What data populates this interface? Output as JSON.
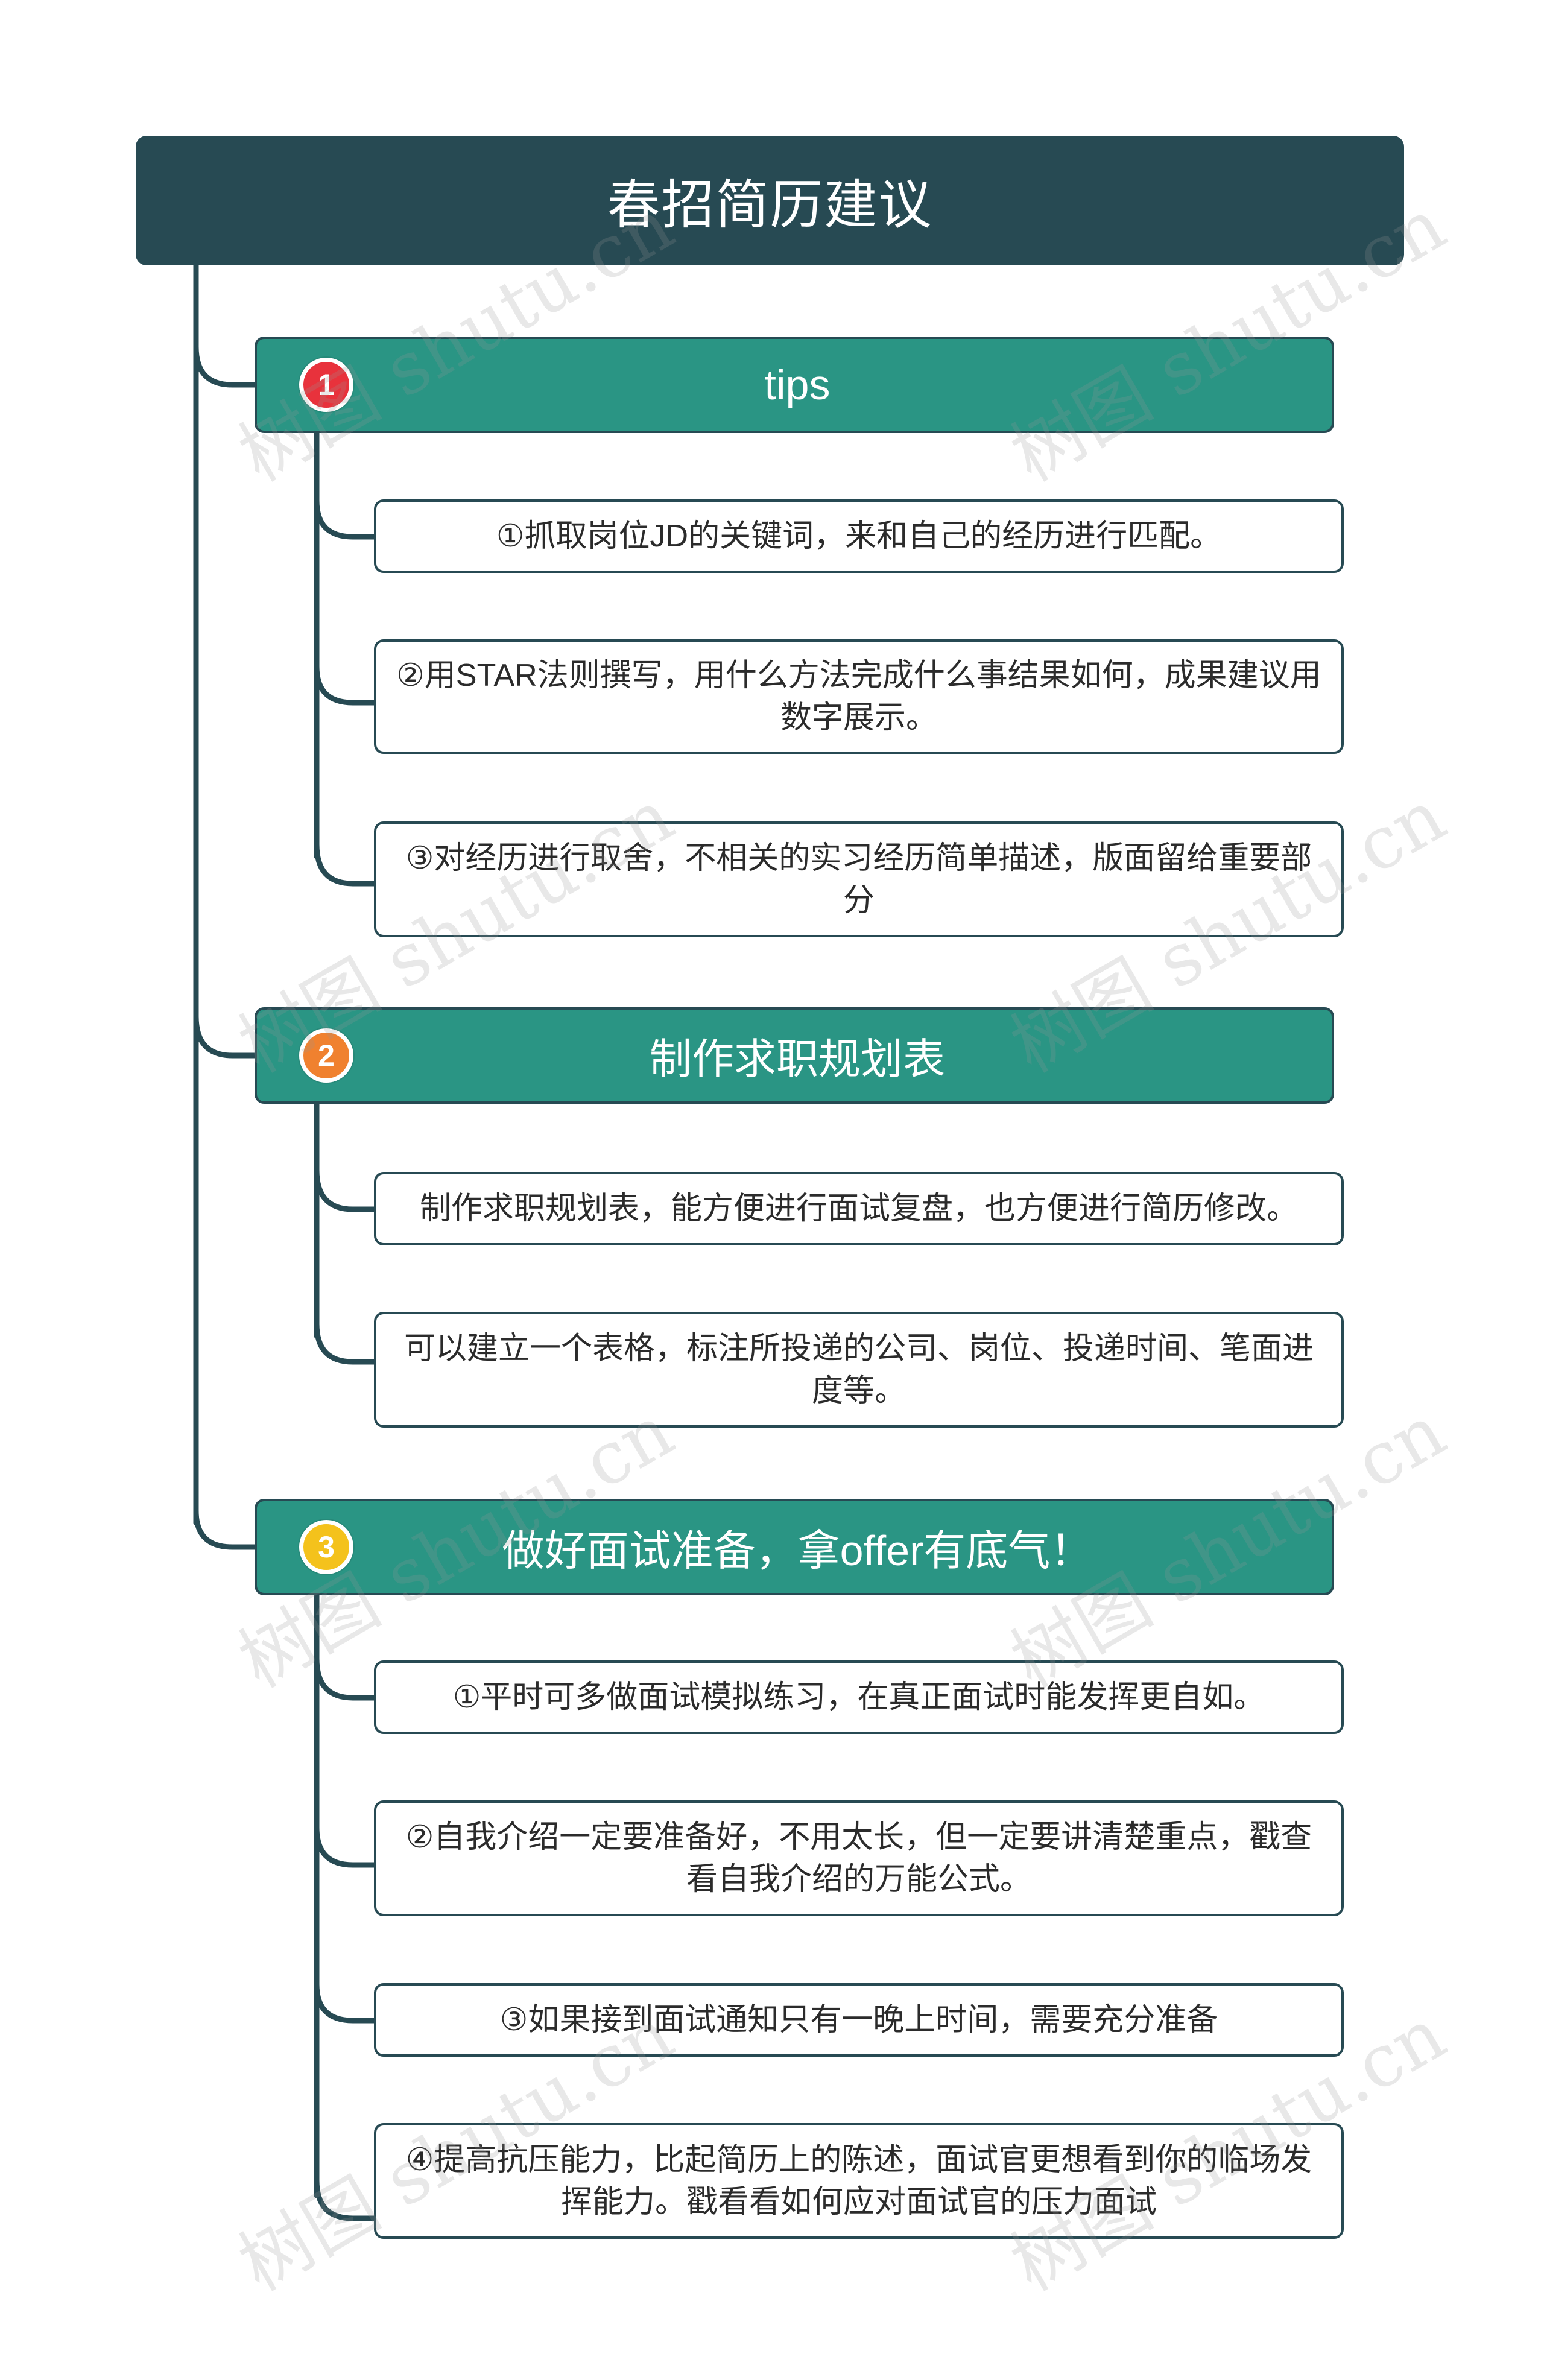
{
  "title": "春招简历建议",
  "colors": {
    "root": "#274a53",
    "branch": "#2a9584",
    "connector": "#274a53",
    "badge_1": "#e8323c",
    "badge_2": "#f0812f",
    "badge_3": "#f4c21c"
  },
  "branches": [
    {
      "badge": "1",
      "label": "tips",
      "leaves": [
        "①抓取岗位JD的关键词，来和自己的经历进行匹配。",
        "②用STAR法则撰写，用什么方法完成什么事结果如何，成果建议用数字展示。",
        "③对经历进行取舍，不相关的实习经历简单描述，版面留给重要部分"
      ]
    },
    {
      "badge": "2",
      "label": "制作求职规划表",
      "leaves": [
        "制作求职规划表，能方便进行面试复盘，也方便进行简历修改。",
        "可以建立一个表格，标注所投递的公司、岗位、投递时间、笔面进度等。"
      ]
    },
    {
      "badge": "3",
      "label": "做好面试准备，拿offer有底气！",
      "leaves": [
        "①平时可多做面试模拟练习，在真正面试时能发挥更自如。",
        "②自我介绍一定要准备好，不用太长，但一定要讲清楚重点，戳​查看自我介绍的万能公式。",
        "③如果接到面试通知只有一晚上时间，需要充分准备",
        "④提高抗压能力，比起简历上的陈述，面试官更想看到你的临场发挥能力。戳​看看如何应对面试官的压力面试"
      ]
    }
  ],
  "watermark": "树图 shutu.cn"
}
